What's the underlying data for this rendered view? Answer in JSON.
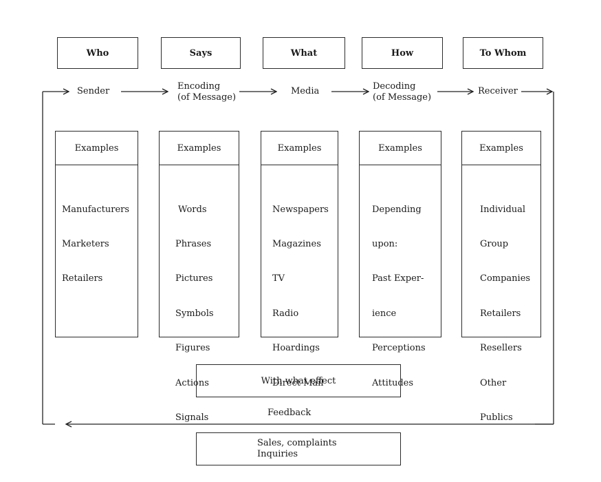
{
  "headers": [
    "Who",
    "Says",
    "What",
    "How",
    "To Whom"
  ],
  "flow": {
    "sender": "Sender",
    "encoding": [
      "Encoding",
      "(of Message)"
    ],
    "media": "Media",
    "decoding": [
      "Decoding",
      "(of Message)"
    ],
    "receiver": "Receiver"
  },
  "examples_label": "Examples",
  "columns": [
    {
      "items": [
        "Manufacturers",
        "Marketers",
        "Retailers"
      ]
    },
    {
      "items": [
        "Words",
        "Phrases",
        "Pictures",
        "Symbols",
        "Figures",
        "Actions",
        "Signals"
      ]
    },
    {
      "items": [
        "Newspapers",
        "Magazines",
        "TV",
        "Radio",
        "Hoardings",
        "Direct Mail"
      ]
    },
    {
      "items": [
        "Depending",
        "upon:",
        "Past Exper-",
        "ience",
        "Perceptions",
        "Attitudes"
      ]
    },
    {
      "items": [
        "Individual",
        "Group",
        "Companies",
        "Retailers",
        "Resellers",
        "Other",
        "Publics"
      ]
    }
  ],
  "effect_label": "With what effect",
  "feedback_label": "Feedback",
  "outcome": [
    "Sales, complaints",
    "Inquiries"
  ]
}
